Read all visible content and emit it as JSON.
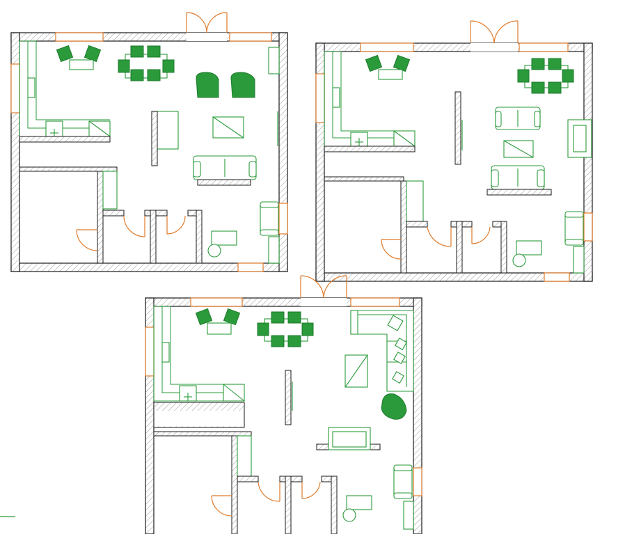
{
  "figure": {
    "description_colors": {
      "wall_outline": "#1a1a1a",
      "wall_hatch": "#9a9a9a",
      "openings": "#e07a2a",
      "furniture": "#2a9a3a",
      "background": "#ffffff"
    },
    "plans": [
      {
        "name": "plan-top-left",
        "variant": "sofa-pair-with-coffee-table"
      },
      {
        "name": "plan-top-right",
        "variant": "two-sofas-facing"
      },
      {
        "name": "plan-bottom",
        "variant": "corner-sofa-with-tv-unit"
      }
    ],
    "icons": [
      "wall-icon",
      "window-icon",
      "door-icon",
      "dining-table-icon",
      "chair-icon",
      "armchair-icon",
      "sofa-icon",
      "coffee-table-icon",
      "kitchen-counter-icon",
      "sink-icon",
      "stove-icon",
      "desk-icon",
      "office-chair-icon",
      "tv-unit-icon",
      "corner-sofa-icon"
    ]
  }
}
